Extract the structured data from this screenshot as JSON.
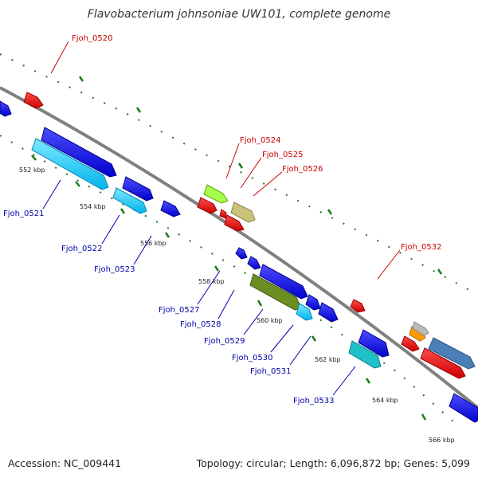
{
  "title": "Flavobacterium johnsoniae UW101, complete genome",
  "footer": {
    "accession": "Accession: NC_009441",
    "summary": "Topology: circular; Length: 6,096,872 bp; Genes: 5,099"
  },
  "scale_labels": [
    "552 kbp",
    "554 kbp",
    "556 kbp",
    "558 kbp",
    "560 kbp",
    "562 kbp",
    "564 kbp",
    "566 kbp"
  ],
  "gene_labels": {
    "outer": [
      "Fjoh_0520",
      "Fjoh_0524",
      "Fjoh_0525",
      "Fjoh_0526",
      "Fjoh_0532"
    ],
    "inner": [
      "Fjoh_0521",
      "Fjoh_0522",
      "Fjoh_0523",
      "Fjoh_0527",
      "Fjoh_0528",
      "Fjoh_0529",
      "Fjoh_0530",
      "Fjoh_0531",
      "Fjoh_0533"
    ]
  },
  "colors": {
    "backbone": "#808080",
    "outer_label": "#cc0000",
    "inner_label": "#0000aa",
    "tick": "#1a7a1a"
  }
}
